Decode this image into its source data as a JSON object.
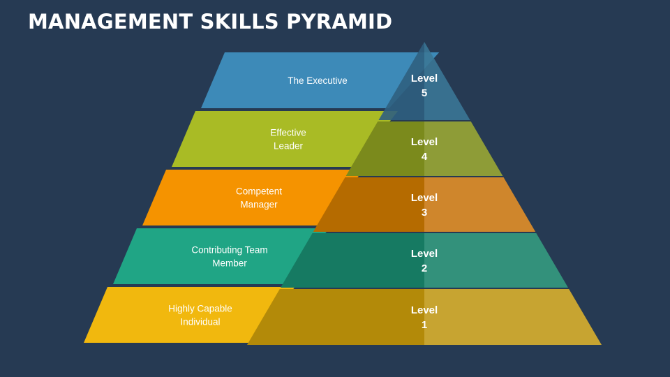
{
  "title": "MANAGEMENT SKILLS PYRAMID",
  "levels": [
    {
      "level_line1": "Level",
      "level_line2": "5",
      "label_lines": [
        "The Executive"
      ],
      "color_label": "#3d8ab8",
      "color_pyramid_left": "#2f5f80",
      "color_pyramid_right": "#3b7796"
    },
    {
      "level_line1": "Level",
      "level_line2": "4",
      "label_lines": [
        "Effective",
        "Leader"
      ],
      "color_label": "#a9bb25",
      "color_pyramid_left": "#7b8a1c",
      "color_pyramid_right": "#8e9c37"
    },
    {
      "level_line1": "Level",
      "level_line2": "3",
      "label_lines": [
        "Competent",
        "Manager"
      ],
      "color_label": "#f59300",
      "color_pyramid_left": "#b56b00",
      "color_pyramid_right": "#cf862c"
    },
    {
      "level_line1": "Level",
      "level_line2": "2",
      "label_lines": [
        "Contributing Team",
        "Member"
      ],
      "color_label": "#20a585",
      "color_pyramid_left": "#167a62",
      "color_pyramid_right": "#33917b"
    },
    {
      "level_line1": "Level",
      "level_line2": "1",
      "label_lines": [
        "Highly Capable",
        "Individual"
      ],
      "color_label": "#f1b80e",
      "color_pyramid_left": "#b38a09",
      "color_pyramid_right": "#c7a431"
    }
  ]
}
